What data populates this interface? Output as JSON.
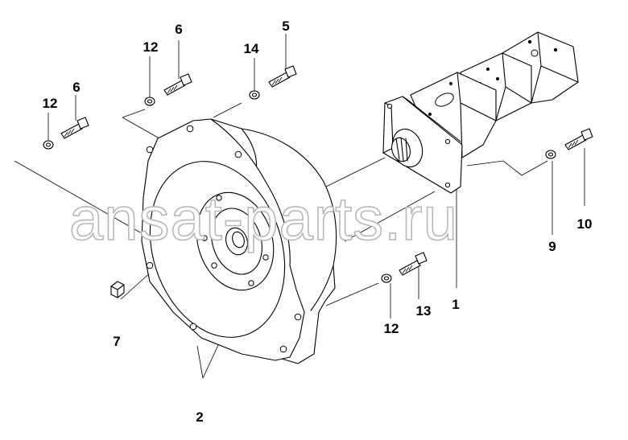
{
  "callouts": {
    "c1": "1",
    "c2": "2",
    "c5": "5",
    "c6a": "6",
    "c6b": "6",
    "c7": "7",
    "c9": "9",
    "c10": "10",
    "c12a": "12",
    "c12b": "12",
    "c12c": "12",
    "c13": "13",
    "c14": "14"
  },
  "watermark": "ansat-parts.ru"
}
